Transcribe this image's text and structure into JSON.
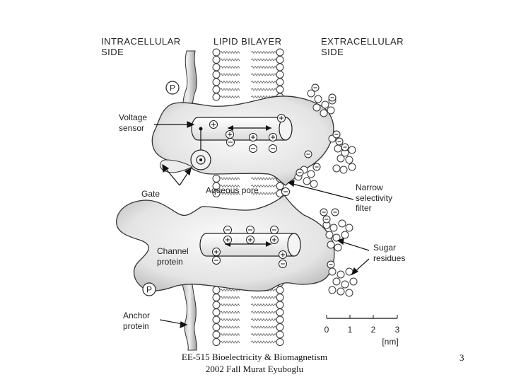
{
  "labels": {
    "intracellular": [
      "INTRACELLULAR",
      "SIDE"
    ],
    "lipid_bilayer": "LIPID BILAYER",
    "extracellular": [
      "EXTRACELLULAR",
      "SIDE"
    ],
    "voltage_sensor": [
      "Voltage",
      "sensor"
    ],
    "gate": "Gate",
    "aqueous_pore": "Aqueous pore",
    "selectivity_filter": [
      "Narrow",
      "selectivity",
      "filter"
    ],
    "channel_protein": [
      "Channel",
      "protein"
    ],
    "sugar_residues": [
      "Sugar",
      "residues"
    ],
    "anchor_protein": [
      "Anchor",
      "protein"
    ],
    "phosphate": "P"
  },
  "scale_bar": {
    "ticks": [
      "0",
      "1",
      "2",
      "3"
    ],
    "unit": "[nm]"
  },
  "footer": {
    "text": "EE-515 Bioelectricity & Biomagnetism 2002 Fall Murat Eyuboglu",
    "page": "3"
  },
  "colors": {
    "protein_fill": "#e6e6e6",
    "outline": "#333333"
  }
}
